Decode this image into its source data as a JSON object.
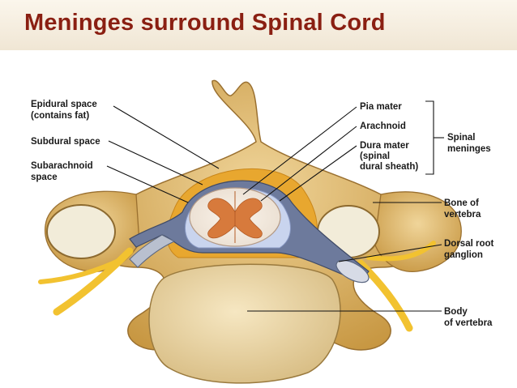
{
  "title": "Meninges surround Spinal Cord",
  "colors": {
    "title": "#8a1f12",
    "bone": "#d9b26a",
    "fat": "#e8a72f",
    "dura": "#6d7a9c",
    "nerve": "#f2c230"
  },
  "labels": {
    "epidural": [
      "Epidural space",
      "(contains fat)"
    ],
    "subdural": [
      "Subdural space"
    ],
    "subarachnoid": [
      "Subarachnoid",
      "space"
    ],
    "pia": [
      "Pia mater"
    ],
    "arachnoid": [
      "Arachnoid"
    ],
    "dura": [
      "Dura mater",
      "(spinal",
      "dural sheath)"
    ],
    "spinal_meninges": [
      "Spinal",
      "meninges"
    ],
    "bone": [
      "Bone of",
      "vertebra"
    ],
    "dorsal_root": [
      "Dorsal root",
      "ganglion"
    ],
    "body": [
      "Body",
      "of vertebra"
    ]
  }
}
